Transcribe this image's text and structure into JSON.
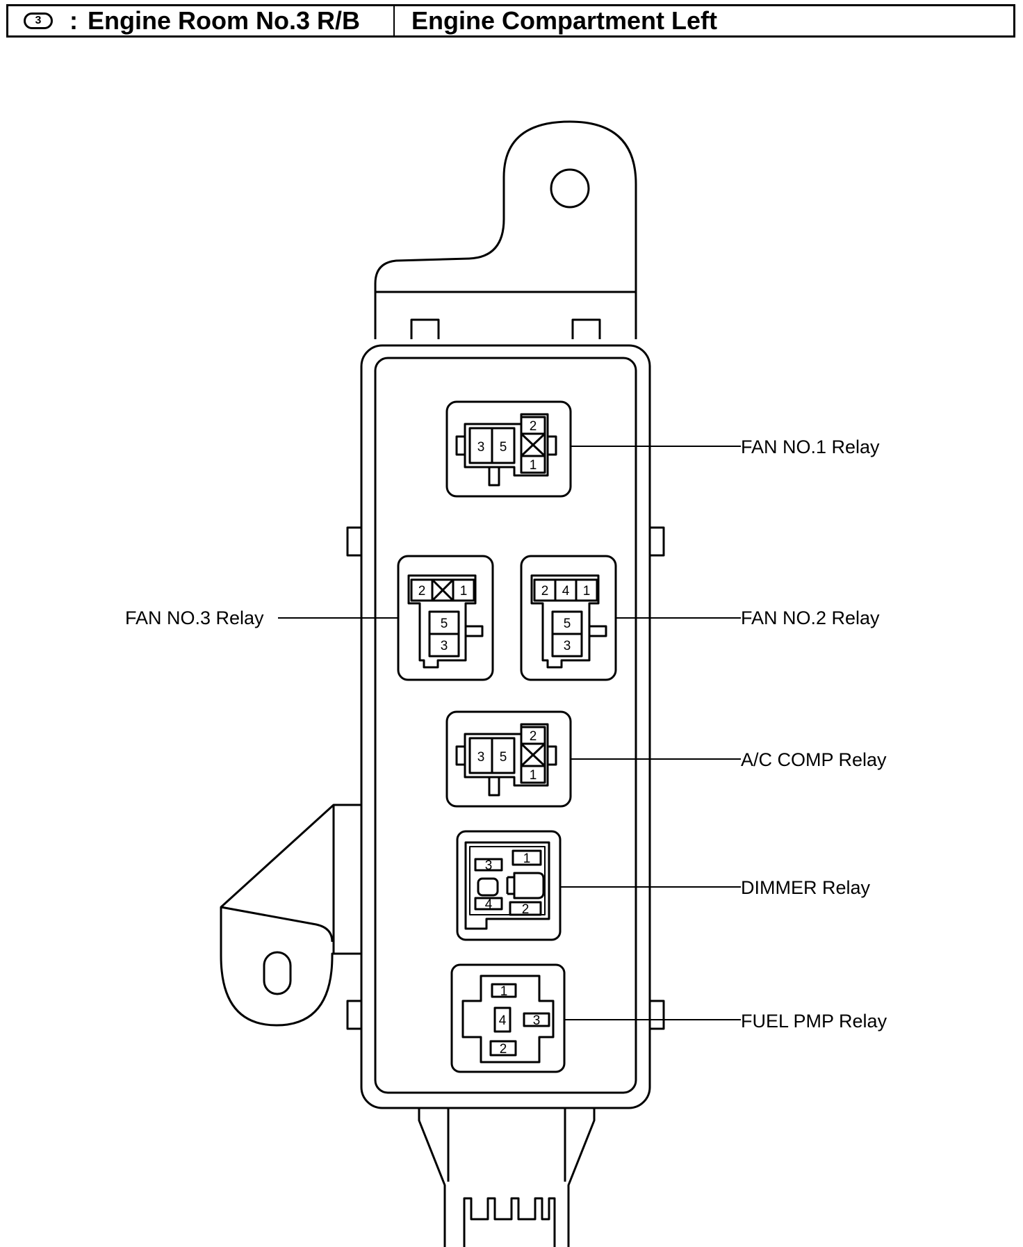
{
  "header": {
    "code": "3",
    "separator": ":",
    "left_title": "Engine Room No.3 R/B",
    "right_title": "Engine Compartment Left"
  },
  "relays": [
    {
      "id": "fan1",
      "label": "FAN NO.1 Relay",
      "pins": [
        "3",
        "5",
        "2",
        "1"
      ]
    },
    {
      "id": "fan3",
      "label": "FAN NO.3 Relay",
      "pins": [
        "2",
        "1",
        "5",
        "3"
      ]
    },
    {
      "id": "fan2",
      "label": "FAN NO.2 Relay",
      "pins": [
        "2",
        "4",
        "1",
        "5",
        "3"
      ]
    },
    {
      "id": "accomp",
      "label": "A/C COMP Relay",
      "pins": [
        "3",
        "5",
        "2",
        "1"
      ]
    },
    {
      "id": "dimmer",
      "label": "DIMMER Relay",
      "pins": [
        "3",
        "1",
        "4",
        "2"
      ]
    },
    {
      "id": "fuelpmp",
      "label": "FUEL PMP Relay",
      "pins": [
        "1",
        "4",
        "3",
        "2"
      ]
    }
  ]
}
